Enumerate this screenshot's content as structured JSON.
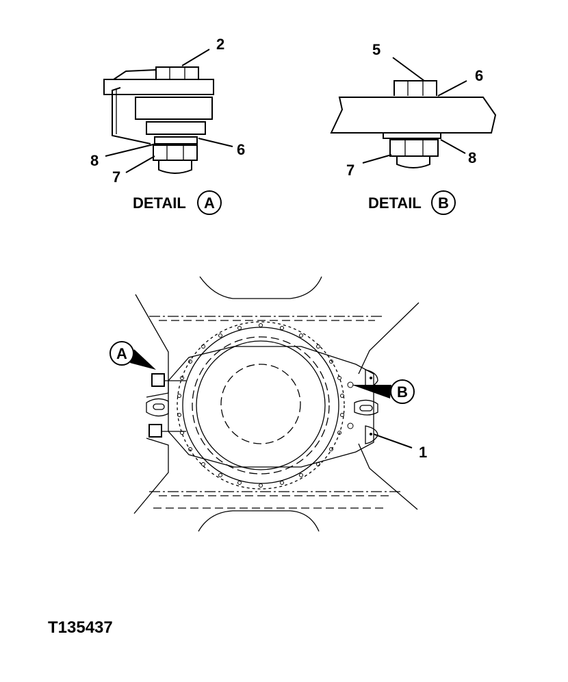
{
  "figure_id": "T135437",
  "detail_a": {
    "word": "DETAIL",
    "letter": "A",
    "callouts": {
      "top": "2",
      "right": "6",
      "left_upper": "8",
      "left_lower": "7"
    }
  },
  "detail_b": {
    "word": "DETAIL",
    "letter": "B",
    "callouts": {
      "top": "5",
      "top_right": "6",
      "right": "8",
      "left": "7"
    }
  },
  "main_view": {
    "callout_a": "A",
    "callout_b": "B",
    "callout_1": "1"
  }
}
